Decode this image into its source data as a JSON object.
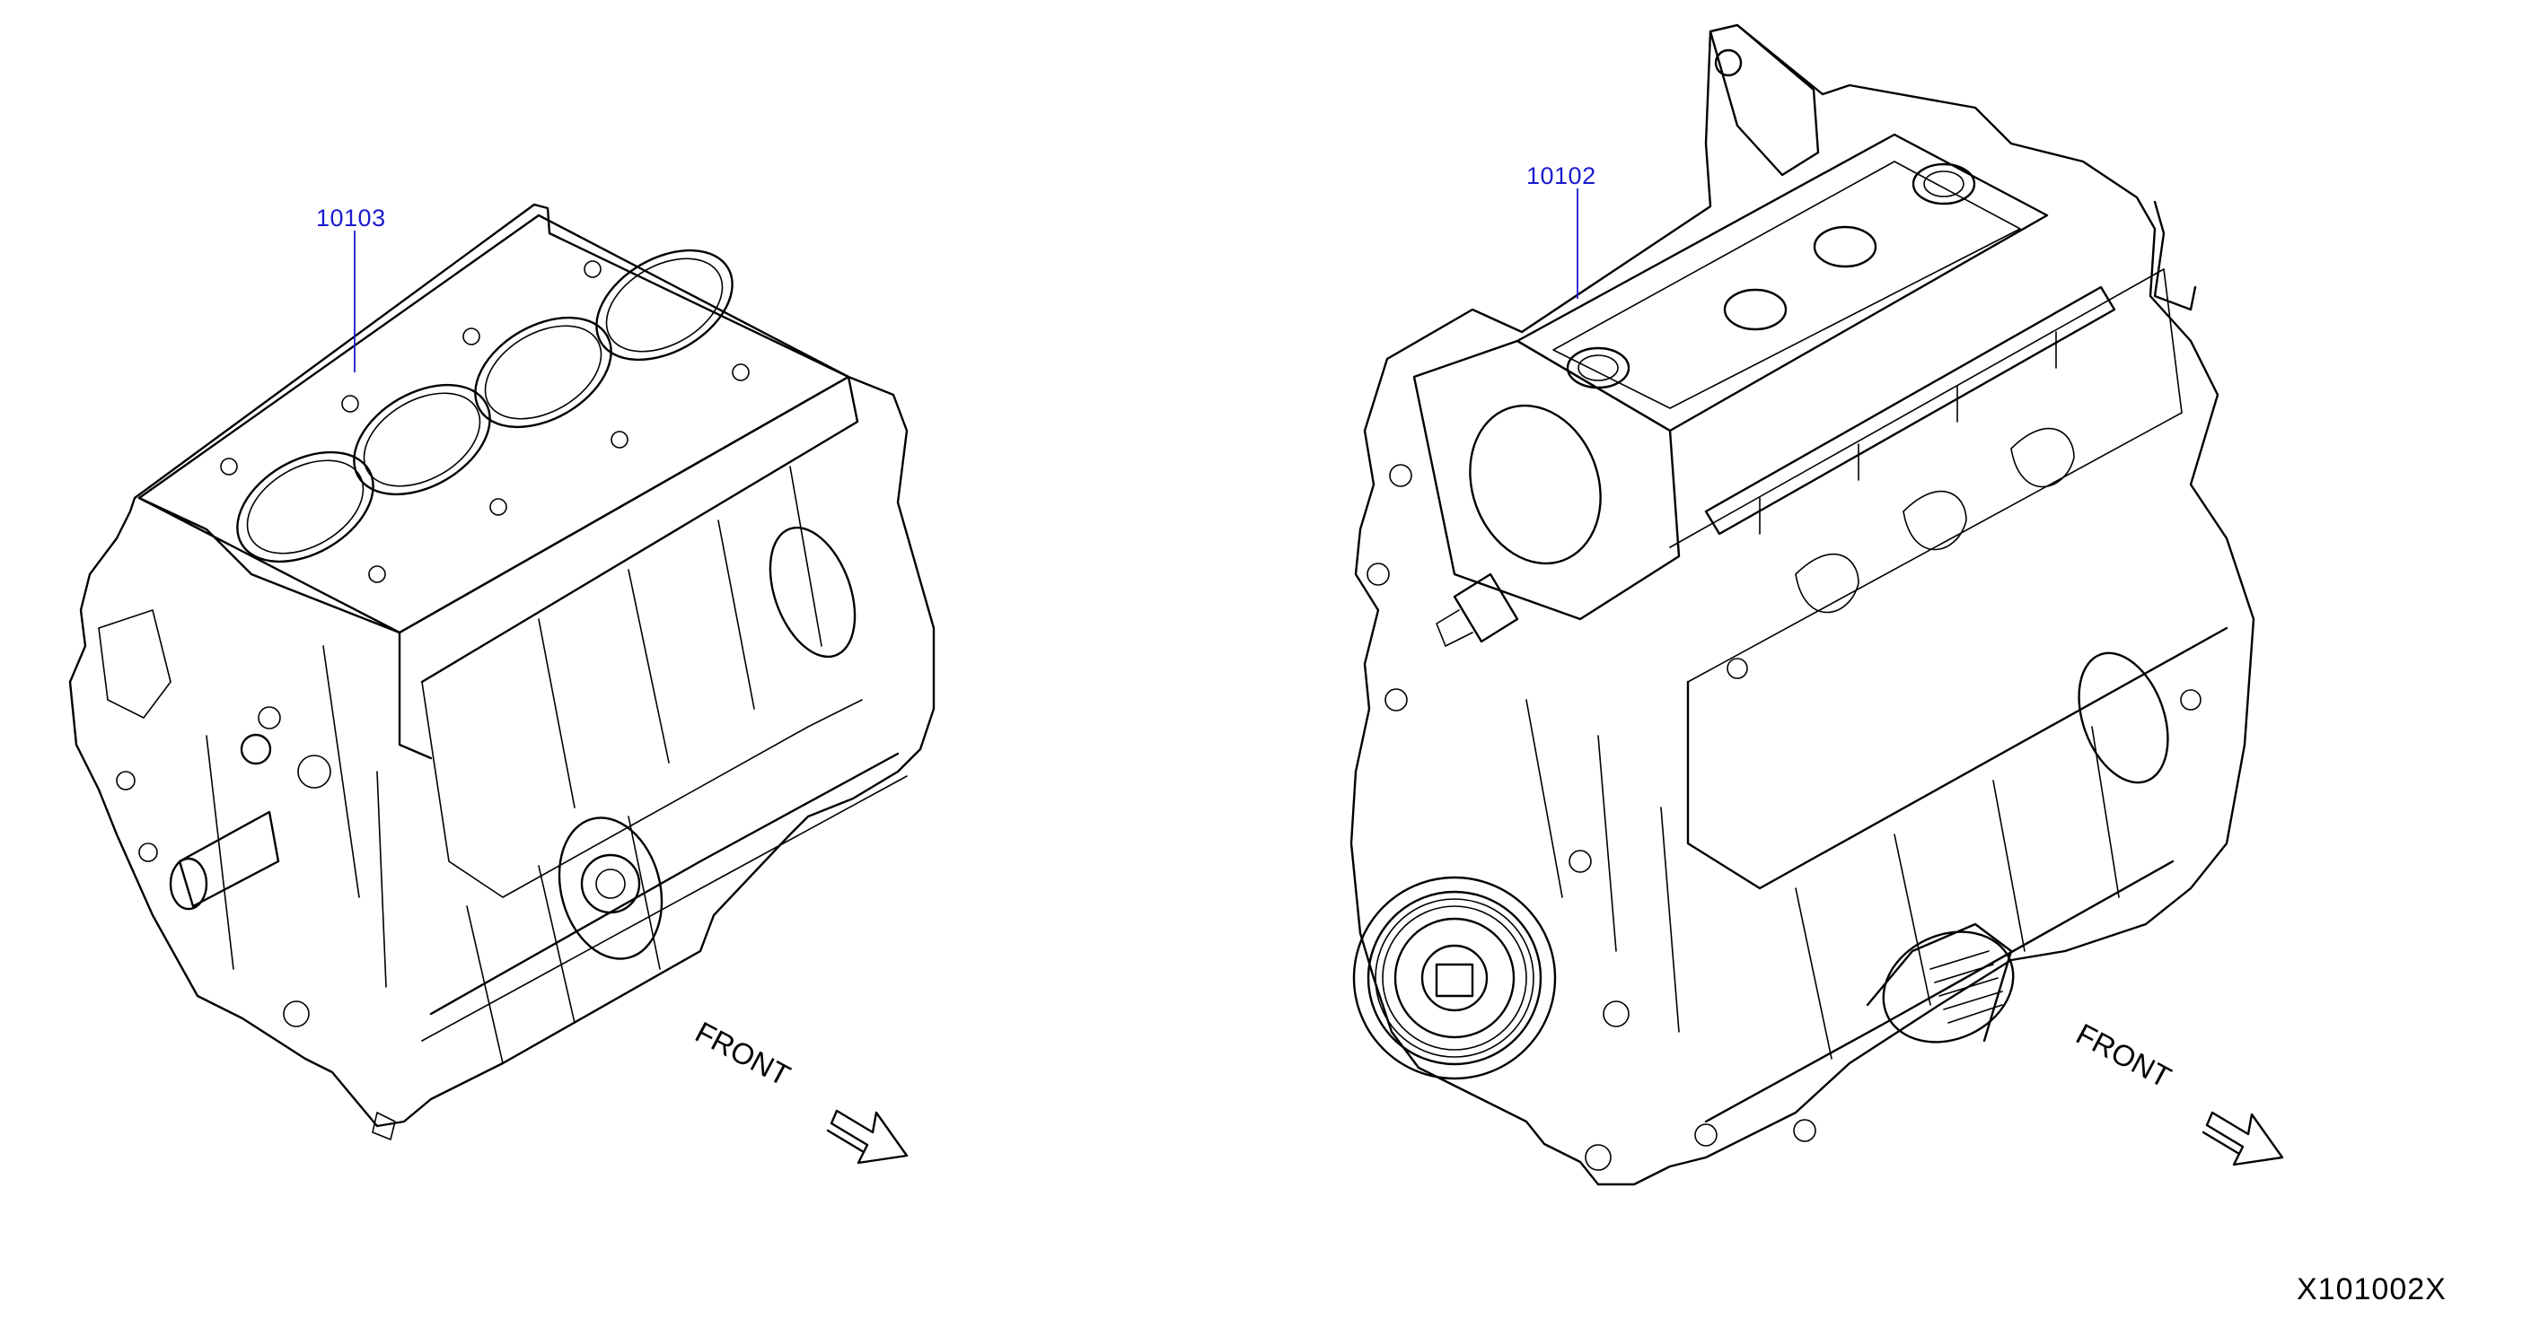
{
  "diagram": {
    "parts": [
      {
        "id": "short-block",
        "label": "10103"
      },
      {
        "id": "long-block",
        "label": "10102"
      }
    ],
    "direction_labels": [
      "FRONT",
      "FRONT"
    ],
    "illustration_code": "X101002X",
    "colors": {
      "part_label": "#1a1ad0",
      "line": "#000000",
      "background": "#ffffff"
    }
  }
}
